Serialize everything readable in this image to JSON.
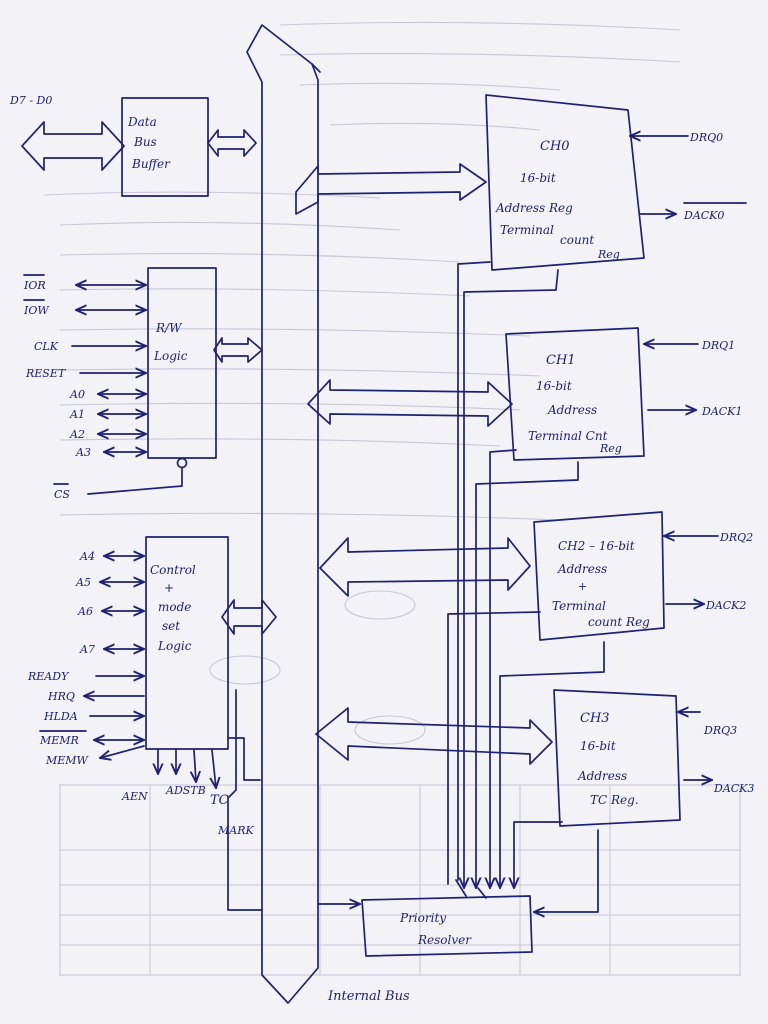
{
  "blocks": {
    "data_bus_buffer": [
      "Data",
      "Bus",
      "Buffer"
    ],
    "rw_logic": [
      "R/W",
      "Logic"
    ],
    "control_logic": [
      "Control",
      "+",
      "mode",
      "set",
      "Logic"
    ],
    "ch0": [
      "CH0",
      "16-bit",
      "Address Reg",
      "Terminal",
      "count",
      "Reg"
    ],
    "ch1": [
      "CH1",
      "16-bit",
      "Address",
      "Terminal Cnt",
      "Reg"
    ],
    "ch2": [
      "CH2 – 16-bit",
      "Address",
      "+",
      "Terminal",
      "count Reg"
    ],
    "ch3": [
      "CH3",
      "16-bit",
      "Address",
      "TC Reg."
    ],
    "priority_resolver": [
      "Priority",
      "Resolver"
    ]
  },
  "signals": {
    "data_lines": "D7 - D0",
    "rw_pins": [
      "IOR",
      "IOW",
      "CLK",
      "RESET",
      "A0",
      "A1",
      "A2",
      "A3"
    ],
    "chip_select": "CS",
    "control_pins": [
      "A4",
      "A5",
      "A6",
      "A7",
      "READY",
      "HRQ",
      "HLDA",
      "MEMR",
      "MEMW"
    ],
    "bottom_pins": [
      "AEN",
      "ADSTB",
      "TC",
      "MARK"
    ],
    "ch0": [
      "DRQ0",
      "DACK0"
    ],
    "ch1": [
      "DRQ1",
      "DACK1"
    ],
    "ch2": [
      "DRQ2",
      "DACK2"
    ],
    "ch3": [
      "DRQ3",
      "DACK3"
    ]
  },
  "internal_bus_label": "Internal Bus",
  "colors": {
    "ink": "#1c2274",
    "paper": "#f3f2f6",
    "bleed": "#c4c2d2"
  }
}
